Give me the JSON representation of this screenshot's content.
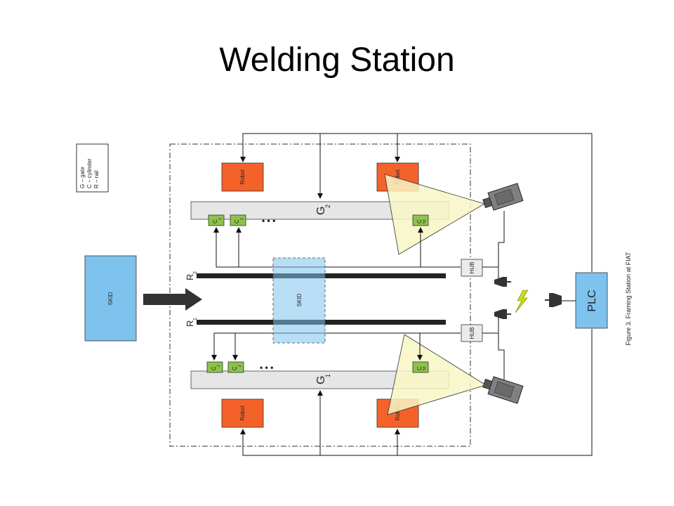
{
  "title": "Welding Station",
  "legend": [
    "G – gate",
    "C – cylinder",
    "R – rail"
  ],
  "labels": {
    "robot": "Robot",
    "skid": "SKID",
    "hub": "HUB",
    "plc": "PLC",
    "gate_top": "G",
    "gate_top_sub": "2",
    "gate_bottom": "G",
    "gate_bottom_sub": "1",
    "rail_top": "R",
    "rail_top_sub": "2",
    "rail_bottom": "R",
    "rail_bottom_sub": "1",
    "cylinder": "C",
    "cyl_1": "1",
    "cyl_2": "2",
    "cyl_last": "53",
    "ellipsis": "• • •"
  },
  "caption": "Figure 3. Framing Station at FIAT",
  "colors": {
    "robot": "#f4622a",
    "skid": "#7ec2ee",
    "cylinder": "#8cc34a",
    "gate": "#e6e6e6",
    "plc": "#7ec2ee",
    "sensor_beam": "#f8f6c4"
  }
}
